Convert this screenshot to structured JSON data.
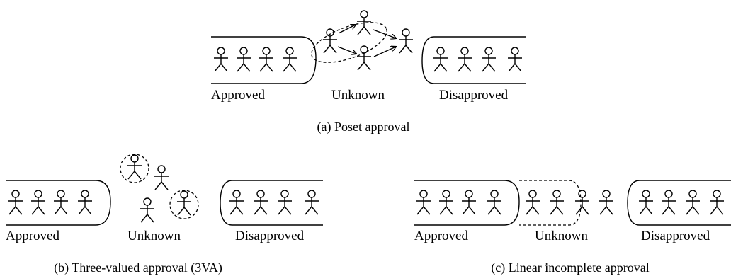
{
  "panels": [
    {
      "caption": "(a) Poset approval",
      "labels": {
        "approved": "Approved",
        "unknown": "Unknown",
        "disapproved": "Disapproved"
      }
    },
    {
      "caption": "(b) Three-valued approval (3VA)",
      "labels": {
        "approved": "Approved",
        "unknown": "Unknown",
        "disapproved": "Disapproved"
      }
    },
    {
      "caption": "(c) Linear incomplete approval",
      "labels": {
        "approved": "Approved",
        "unknown": "Unknown",
        "disapproved": "Disapproved"
      }
    }
  ],
  "icons": {
    "figure": "stick-figure-icon",
    "arrow": "arrow-icon"
  }
}
